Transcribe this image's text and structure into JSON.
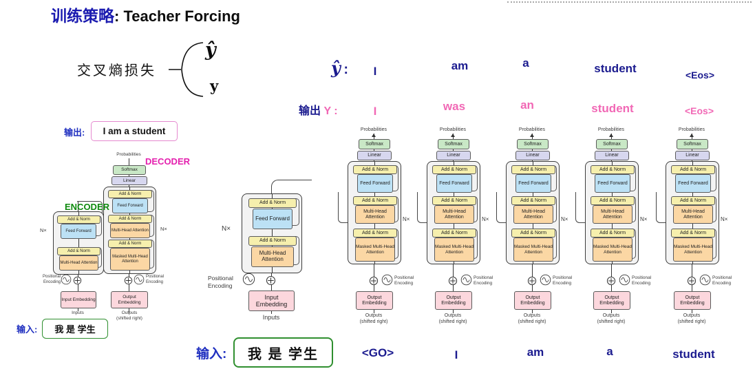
{
  "title": {
    "zh": "训练策略",
    "rest": ": Teacher Forcing"
  },
  "loss": {
    "label": "交叉熵损失",
    "yhat": "ŷ",
    "y": "y"
  },
  "rows": {
    "yhat_label": "ŷ",
    "yhat_colon": ":",
    "y_label_zh": "输出",
    "y_label_rest": "Y :",
    "yhat_words": [
      "I",
      "am",
      "a",
      "student",
      "<Eos>"
    ],
    "y_words": [
      "I",
      "was",
      "an",
      "student",
      "<Eos>"
    ],
    "input_words": [
      "<GO>",
      "I",
      "am",
      "a",
      "student"
    ]
  },
  "left_diagram": {
    "output_label": "输出:",
    "output_text": "I am a student",
    "decoder_label": "DECODER",
    "encoder_label": "ENCODER",
    "input_label": "输入:",
    "input_text": "我 是 学生"
  },
  "middle_diagram": {
    "input_label": "输入:",
    "input_text": "我 是 学生"
  },
  "block_labels": {
    "probabilities": "Probabilities",
    "softmax": "Softmax",
    "linear": "Linear",
    "add_norm": "Add & Norm",
    "feed_forward": "Feed Forward",
    "mha": "Multi-Head Attention",
    "masked_mha": "Masked Multi-Head Attention",
    "nx": "N×",
    "pos_enc_1": "Positional",
    "pos_enc_2": "Encoding",
    "input_emb": "Input Embedding",
    "output_emb": "Output Embedding",
    "inputs": "Inputs",
    "outputs_1": "Outputs",
    "outputs_2": "(shifted right)"
  },
  "colors": {
    "navy": "#1b1b8f",
    "pink": "#f168b5",
    "magenta": "#e41fae",
    "green": "#0e8a0e",
    "label_blue": "#2030c0",
    "add_norm_fill": "#f6efad",
    "feed_forward_fill": "#bce1f5",
    "attention_fill": "#fbd7a4",
    "softmax_fill": "#c9e8c6",
    "linear_fill": "#d7d7ef",
    "embedding_fill": "#fcd7dd"
  }
}
